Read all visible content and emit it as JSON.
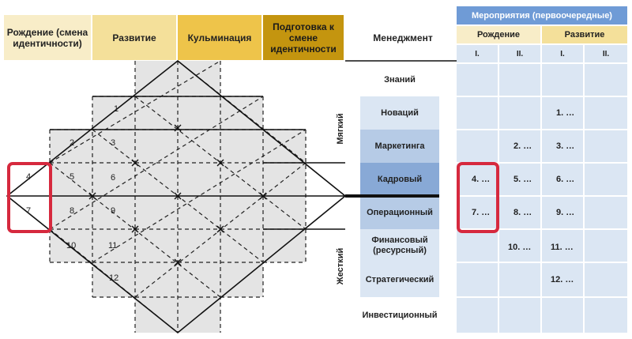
{
  "phases": [
    {
      "label": "Рождение (смена идентичности)",
      "color": "#f8edc8"
    },
    {
      "label": "Развитие",
      "color": "#f4e09a"
    },
    {
      "label": "Кульминация",
      "color": "#eec44a"
    },
    {
      "label": "Подготовка к смене идентичности",
      "color": "#c4950f"
    }
  ],
  "management": {
    "title": "Менеджмент",
    "rows": [
      "Знаний",
      "Новаций",
      "Маркетинга",
      "Кадровый",
      "Операционный",
      "Финансовый (ресурсный)",
      "Стратегический",
      "Инвестиционный"
    ],
    "soft_label": "Мягкий",
    "hard_label": "Жесткий"
  },
  "diagram": {
    "numbers": [
      "1",
      "2",
      "3",
      "4",
      "5",
      "6",
      "7",
      "8",
      "9",
      "10",
      "11",
      "12"
    ]
  },
  "table": {
    "title": "Мероприятия (первоочередные)",
    "groups": [
      "Рождение",
      "Развитие"
    ],
    "subheaders": [
      "I.",
      "II.",
      "I.",
      "II."
    ],
    "entries": {
      "r3c3": "1. …",
      "r4c2": "2. …",
      "r4c3": "3. …",
      "r5c1": "4. …",
      "r5c2": "5. …",
      "r5c3": "6. …",
      "r6c1": "7. …",
      "r6c2": "8. …",
      "r6c3": "9. …",
      "r7c2": "10. …",
      "r7c3": "11. …",
      "r8c3": "12. …"
    }
  },
  "colors": {
    "gray_region": "#e4e4e4",
    "highlight": "#d6293e",
    "table_header": "#6f9bd6",
    "table_cell": "#dbe6f3"
  }
}
